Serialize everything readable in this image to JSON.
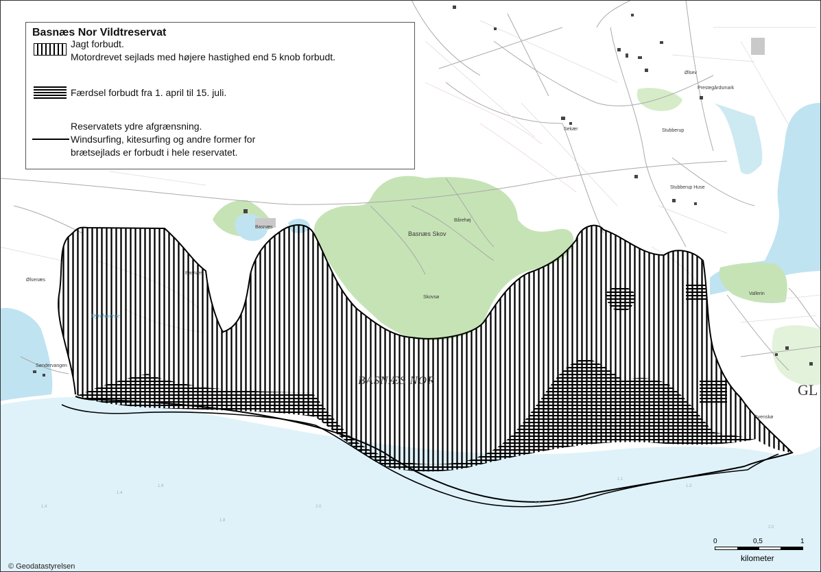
{
  "map": {
    "legend": {
      "title": "Basnæs Nor Vildtreservat",
      "items": [
        {
          "symbol": "vertical-hatch",
          "lines": [
            "Jagt forbudt.",
            "Motordrevet sejlads med højere hastighed end 5 knob forbudt."
          ]
        },
        {
          "symbol": "horizontal-hatch",
          "lines": [
            "Færdsel forbudt fra 1. april til 15. juli."
          ]
        },
        {
          "symbol": "boundary-line",
          "lines": [
            "Reservatets ydre afgrænsning.",
            "Windsurfing, kitesurfing og andre former for",
            "brætsejlads er forbudt i hele reservatet."
          ]
        }
      ]
    },
    "labels": {
      "water_body": "BASNÆS NOR",
      "forest": "Basnæs Skov",
      "town_edge": "GL",
      "lagoon": "Dyrehaverne"
    },
    "places": [
      "Basnæs",
      "Ølsev",
      "Basnæs",
      "Ølsenæs",
      "Skovsø",
      "Bårehøj",
      "Stubberup",
      "Stubberup Huse",
      "Prestegårdsmark",
      "Sekær",
      "Vallerin",
      "Søndervangen",
      "Svenskø"
    ],
    "scalebar": {
      "ticks": [
        "0",
        "0,5",
        "1"
      ],
      "unit": "kilometer"
    },
    "copyright": "© Geodatastyrelsen",
    "colors": {
      "sea": "#dff2f9",
      "water": "#bfe3f1",
      "forest": "#c6e3b6",
      "land": "#ffffff",
      "roads": "#9a9a9a",
      "hatch": "#000000"
    }
  }
}
